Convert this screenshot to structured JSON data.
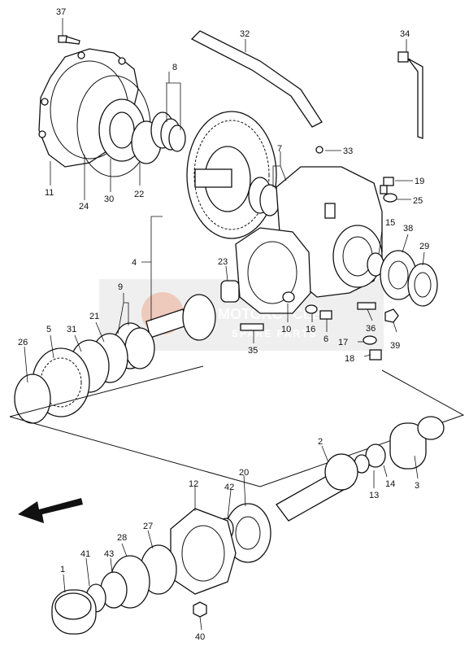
{
  "watermark": {
    "line1": "MOTORCYCLE",
    "line2": "SPARE PARTS",
    "badge_color": "#e8a48a",
    "box_color": "#cfcfcf"
  },
  "callouts": {
    "p37": "37",
    "p32": "32",
    "p34": "34",
    "p8": "8",
    "p7": "7",
    "p33": "33",
    "p19": "19",
    "p25": "25",
    "p11": "11",
    "p24": "24",
    "p30": "30",
    "p22": "22",
    "p15": "15",
    "p38": "38",
    "p29": "29",
    "p4": "4",
    "p23": "23",
    "p9": "9",
    "p21": "21",
    "p5": "5",
    "p31": "31",
    "p26": "26",
    "p35": "35",
    "p10": "10",
    "p16": "16",
    "p6": "6",
    "p36": "36",
    "p17": "17",
    "p39": "39",
    "p18": "18",
    "p2": "2",
    "p13": "13",
    "p14": "14",
    "p3": "3",
    "p12": "12",
    "p20": "20",
    "p42": "42",
    "p27": "27",
    "p28": "28",
    "p1": "1",
    "p41": "41",
    "p43": "43",
    "p40": "40"
  }
}
